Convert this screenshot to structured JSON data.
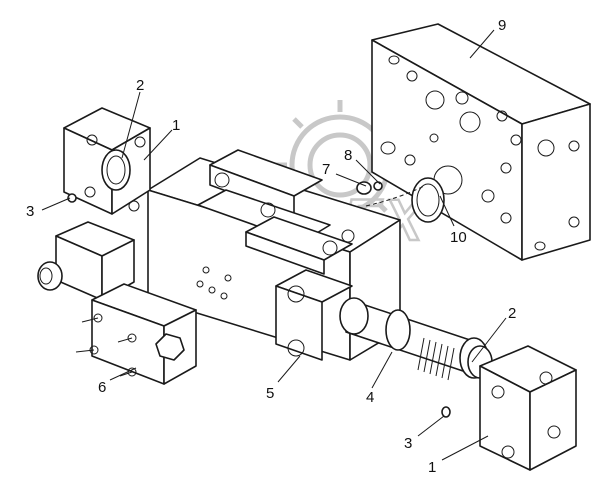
{
  "callouts": {
    "c1a": "1",
    "c2a": "2",
    "c3a": "3",
    "c4": "4",
    "c5": "5",
    "c6": "6",
    "c7": "7",
    "c8": "8",
    "c9": "9",
    "c10": "10",
    "c2b": "2",
    "c3b": "3",
    "c1b": "1"
  },
  "watermark": {
    "text": "OPEX"
  },
  "colors": {
    "line": "#1a1a1a",
    "watermark": "#c8c8c8",
    "background": "#ffffff"
  }
}
